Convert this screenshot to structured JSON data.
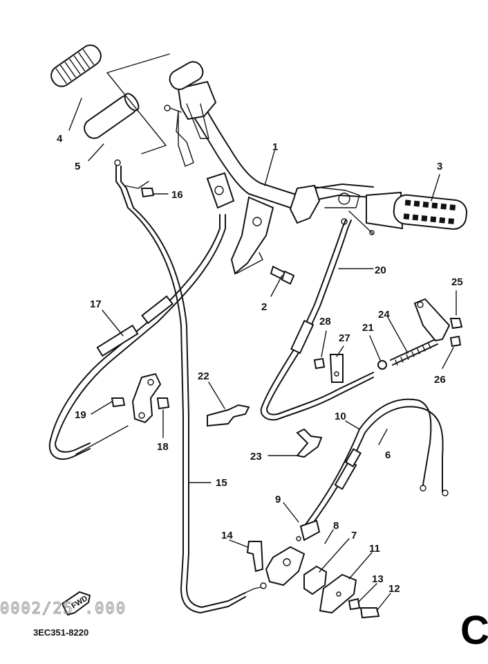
{
  "diagram": {
    "callouts": [
      {
        "id": "1",
        "label": "1"
      },
      {
        "id": "2",
        "label": "2"
      },
      {
        "id": "3",
        "label": "3"
      },
      {
        "id": "4",
        "label": "4"
      },
      {
        "id": "5",
        "label": "5"
      },
      {
        "id": "6",
        "label": "6"
      },
      {
        "id": "7",
        "label": "7"
      },
      {
        "id": "8",
        "label": "8"
      },
      {
        "id": "9",
        "label": "9"
      },
      {
        "id": "10",
        "label": "10"
      },
      {
        "id": "11",
        "label": "11"
      },
      {
        "id": "12",
        "label": "12"
      },
      {
        "id": "13",
        "label": "13"
      },
      {
        "id": "14",
        "label": "14"
      },
      {
        "id": "15",
        "label": "15"
      },
      {
        "id": "16",
        "label": "16"
      },
      {
        "id": "17",
        "label": "17"
      },
      {
        "id": "18",
        "label": "18"
      },
      {
        "id": "19",
        "label": "19"
      },
      {
        "id": "20",
        "label": "20"
      },
      {
        "id": "21",
        "label": "21"
      },
      {
        "id": "22",
        "label": "22"
      },
      {
        "id": "23",
        "label": "23"
      },
      {
        "id": "24",
        "label": "24"
      },
      {
        "id": "25",
        "label": "25"
      },
      {
        "id": "26",
        "label": "26"
      },
      {
        "id": "27",
        "label": "27"
      },
      {
        "id": "28",
        "label": "28"
      }
    ],
    "fwd_label": "FWD",
    "part_code": "3EC351-8220",
    "section_letter": "C",
    "ghost_text": "0002/25 .000"
  }
}
